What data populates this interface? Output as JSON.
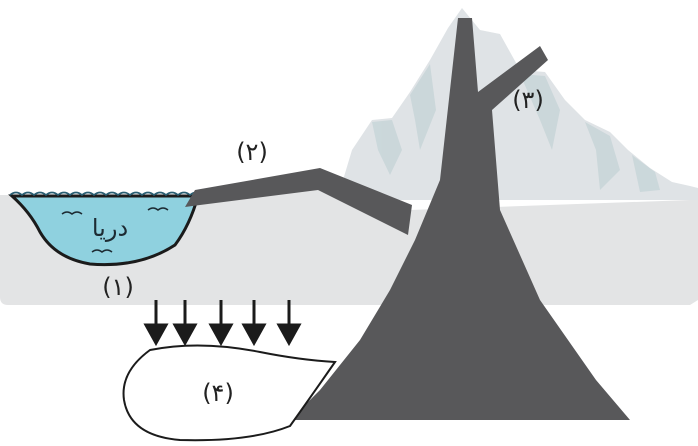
{
  "labels": {
    "sea": "دریا",
    "label_1": "(۱)",
    "label_2": "(۲)",
    "label_3": "(۳)",
    "label_4": "(۴)"
  },
  "colors": {
    "ground": "#e3e4e5",
    "mountain": "#dfe3e6",
    "mountain_shade": "#c9d6d9",
    "water": "#8fd1df",
    "intrusion": "#58585a",
    "outline": "#1b1b1b",
    "arrow": "#1b1b1b"
  },
  "icons": {
    "arrows": "down-arrow-icon"
  }
}
